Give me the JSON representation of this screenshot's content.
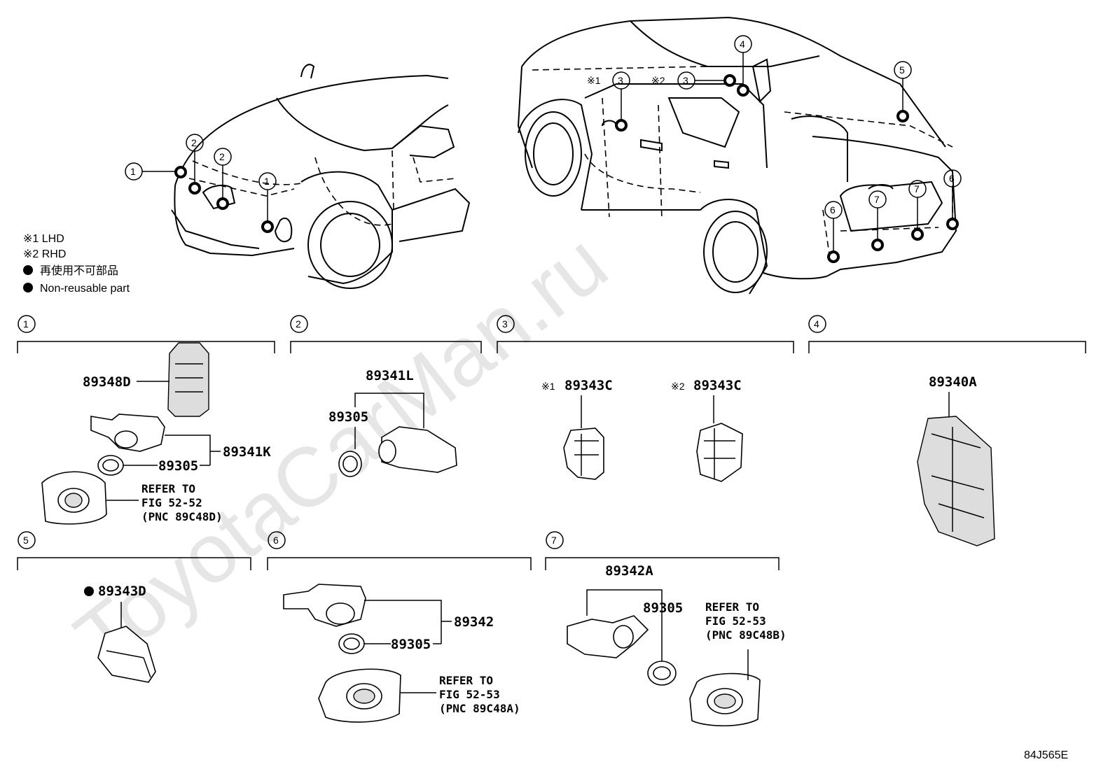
{
  "watermark": "ToyotaCarMan.ru",
  "legend": {
    "note1": "※1 LHD",
    "note2": "※2 RHD",
    "nonreusable_jp": "再使用不可部品",
    "nonreusable_en": "Non-reusable part"
  },
  "car_callouts": {
    "front": [
      "1",
      "2",
      "2",
      "1"
    ],
    "rear": [
      "3",
      "3",
      "4",
      "5",
      "6",
      "7",
      "7",
      "6"
    ],
    "lhd_mark": "※1",
    "rhd_mark": "※2"
  },
  "groups": {
    "g1": {
      "number": "1",
      "parts": [
        "89348D",
        "89341K",
        "89305"
      ],
      "refer": [
        "REFER TO",
        "FIG 52-52",
        "(PNC 89C48D)"
      ]
    },
    "g2": {
      "number": "2",
      "parts": [
        "89341L",
        "89305"
      ]
    },
    "g3": {
      "number": "3",
      "lhd_mark": "※1",
      "rhd_mark": "※2",
      "lhd_part": "89343C",
      "rhd_part": "89343C"
    },
    "g4": {
      "number": "4",
      "parts": [
        "89340A"
      ]
    },
    "g5": {
      "number": "5",
      "parts": [
        "89343D"
      ]
    },
    "g6": {
      "number": "6",
      "parts": [
        "89342",
        "89305"
      ],
      "refer": [
        "REFER TO",
        "FIG 52-53",
        "(PNC 89C48A)"
      ]
    },
    "g7": {
      "number": "7",
      "parts": [
        "89342A",
        "89305"
      ],
      "refer": [
        "REFER TO",
        "FIG 52-53",
        "(PNC 89C48B)"
      ]
    }
  },
  "figure_code": "84J565E"
}
